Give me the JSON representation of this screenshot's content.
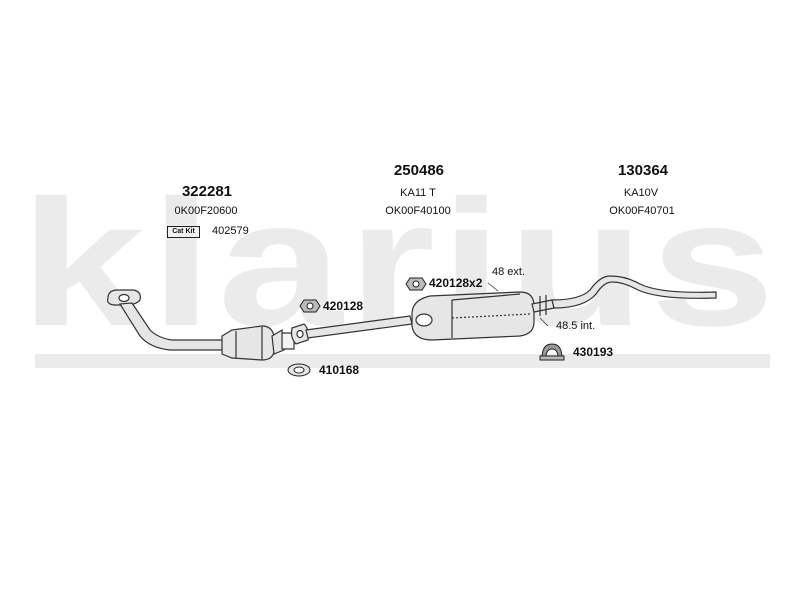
{
  "brand": {
    "watermark_text": "klarius",
    "watermark_color": "#ebebeb"
  },
  "sections": [
    {
      "part_number": "322281",
      "model": "",
      "oe_code": "0K00F20600"
    },
    {
      "part_number": "250486",
      "model": "KA11 T",
      "oe_code": "OK00F40100"
    },
    {
      "part_number": "130364",
      "model": "KA10V",
      "oe_code": "OK00F40701"
    }
  ],
  "cat_kit": {
    "badge": "Cat Kit",
    "part_number": "402579"
  },
  "fittings": [
    {
      "part_number": "420128",
      "icon": "rubber-mount-icon"
    },
    {
      "part_number": "420128x2",
      "icon": "rubber-mount-icon"
    },
    {
      "part_number": "410168",
      "icon": "gasket-icon"
    },
    {
      "part_number": "430193",
      "icon": "clamp-icon"
    }
  ],
  "pipe_notes": {
    "ext": "48 ext.",
    "int": "48.5 int."
  },
  "colors": {
    "line": "#333333",
    "fill": "#e6e6e6",
    "text": "#111111"
  }
}
